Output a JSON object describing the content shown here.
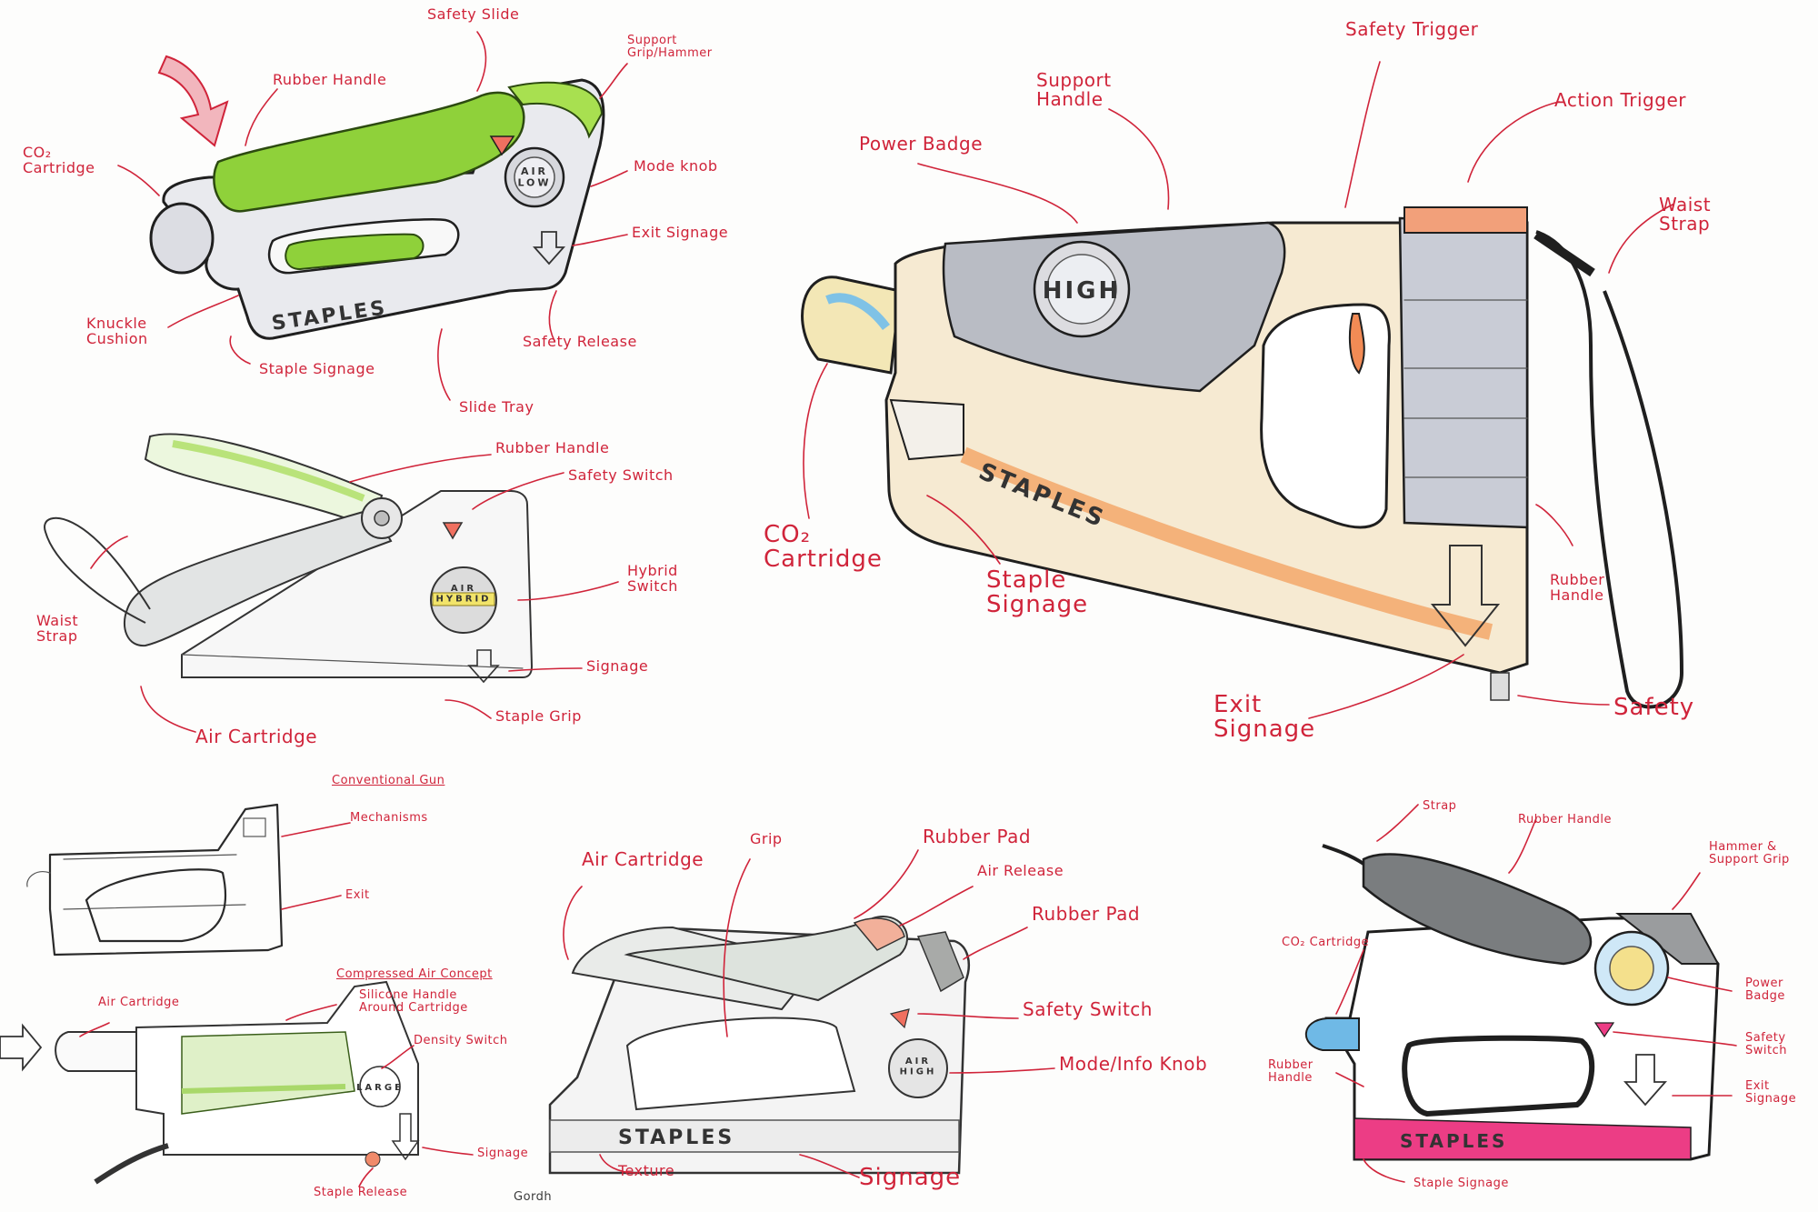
{
  "colors": {
    "annotation": "#d0243a",
    "ink": "#2a2a2a",
    "green_marker": "#8fd13a",
    "tan_marker": "#f1dcb8",
    "grey_marker": "#b9bcc4",
    "pink_marker": "#ec3d85",
    "blue_marker": "#6fb9e6",
    "coral_marker": "#f08a6a"
  },
  "sketch1": {
    "labels": {
      "safety_slide": "Safety Slide",
      "support_grip": "Support\nGrip/Hammer",
      "rubber_handle": "Rubber Handle",
      "co2_cartridge": "CO₂\nCartridge",
      "mode_knob": "Mode knob",
      "exit_signage": "Exit Signage",
      "knuckle_cushion": "Knuckle\nCushion",
      "safety_release": "Safety Release",
      "staple_signage": "Staple Signage",
      "slide_tray": "Slide Tray"
    },
    "brand": "STAPLES",
    "knob_text": "AIR\nLOW"
  },
  "sketch2": {
    "labels": {
      "rubber_handle": "Rubber Handle",
      "safety_switch": "Safety Switch",
      "hybrid_switch": "Hybrid\nSwitch",
      "waist_strap": "Waist\nStrap",
      "signage": "Signage",
      "staple_grip": "Staple Grip",
      "air_cartridge": "Air Cartridge"
    },
    "knob_text": "AIR\nHYBRID"
  },
  "sketch3": {
    "labels": {
      "safety_trigger": "Safety Trigger",
      "support_handle": "Support\nHandle",
      "action_trigger": "Action Trigger",
      "power_badge": "Power Badge",
      "waist_strap": "Waist\nStrap",
      "co2_cartridge": "CO₂\nCartridge",
      "staple_signage": "Staple\nSignage",
      "rubber_handle": "Rubber\nHandle",
      "exit_signage": "Exit\nSignage",
      "safety": "Safety"
    },
    "brand": "STAPLES",
    "badge_text": "HIGH"
  },
  "sketch4": {
    "labels": {
      "conventional_gun": "Conventional Gun",
      "mechanisms": "Mechanisms",
      "exit": "Exit"
    }
  },
  "sketch5": {
    "labels": {
      "compressed_air_concept": "Compressed Air Concept",
      "air_cartridge": "Air Cartridge",
      "silicone_handle": "Silicone Handle\nAround Cartridge",
      "density_switch": "Density Switch",
      "signage": "Signage",
      "staple_release": "Staple Release"
    },
    "knob_text": "LARGE"
  },
  "sketch6": {
    "labels": {
      "air_cartridge": "Air Cartridge",
      "grip": "Grip",
      "rubber_pad_top": "Rubber Pad",
      "air_release": "Air Release",
      "rubber_pad_side": "Rubber Pad",
      "safety_switch": "Safety Switch",
      "mode_info_knob": "Mode/Info Knob",
      "texture": "Texture",
      "signage": "Signage"
    },
    "brand": "STAPLES",
    "knob_text": "AIR\nHIGH"
  },
  "sketch7": {
    "labels": {
      "strap": "Strap",
      "rubber_handle_top": "Rubber Handle",
      "hammer_support_grip": "Hammer &\nSupport Grip",
      "co2_cartridge": "CO₂ Cartridge",
      "power_badge": "Power\nBadge",
      "safety_switch": "Safety\nSwitch",
      "rubber_handle_side": "Rubber\nHandle",
      "exit_signage": "Exit\nSignage",
      "staple_signage": "Staple Signage"
    },
    "brand": "STAPLES"
  },
  "artist_signature": "Gordh"
}
